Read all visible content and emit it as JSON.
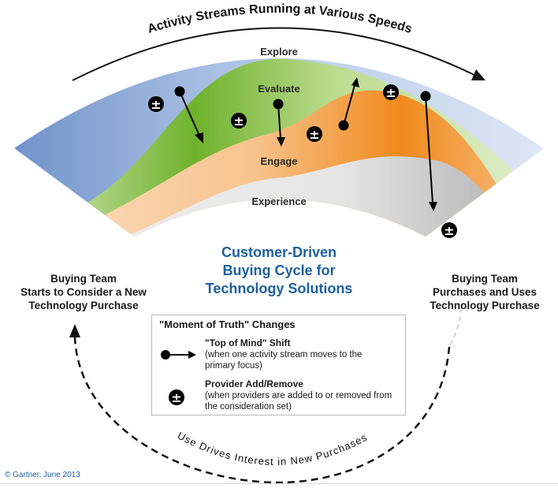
{
  "top_arc_label": "Activity Streams Running at Various Speeds",
  "streams": [
    {
      "name": "Explore",
      "color": "#b9cdea"
    },
    {
      "name": "Evaluate",
      "color": "#cfe5a8"
    },
    {
      "name": "Engage",
      "color": "#f7c38f"
    },
    {
      "name": "Experience",
      "color": "#dcdcdc"
    }
  ],
  "left_label": [
    "Buying Team",
    "Starts to Consider a New",
    "Technology Purchase"
  ],
  "right_label": [
    "Buying Team",
    "Purchases and Uses",
    "Technology Purchase"
  ],
  "center_title": [
    "Customer-Driven",
    "Buying Cycle for",
    "Technology Solutions"
  ],
  "legend": {
    "title": "\"Moment of Truth\" Changes",
    "shift": {
      "head": "\"Top of Mind\" Shift",
      "desc": [
        "(when one activity stream moves to the",
        "primary focus)"
      ],
      "icon": "arrow-dot-icon"
    },
    "provider": {
      "head": "Provider Add/Remove",
      "desc": [
        "(when providers are added to or removed from",
        "the consideration set)"
      ],
      "icon": "plus-minus-icon",
      "glyph": "±"
    }
  },
  "bottom_arc_label": "Use Drives Interest in New Purchases",
  "copyright": "© Gartner, June 2013",
  "colors": {
    "explore_dark": "#6e90c9",
    "evaluate_dark": "#6fb22c",
    "engage_dark": "#f08a1c",
    "experience_dark": "#b3b3b3",
    "title_blue": "#1d5f9f"
  }
}
